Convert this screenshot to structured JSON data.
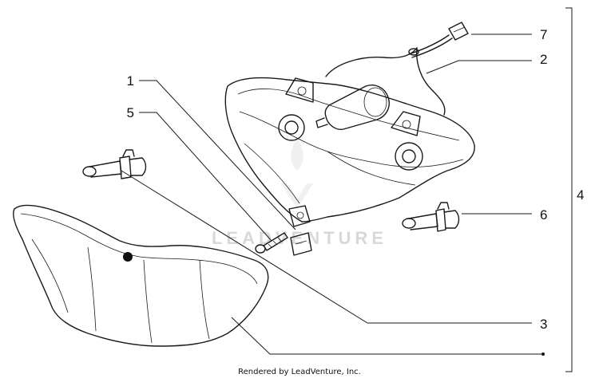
{
  "callouts": [
    {
      "number": "1"
    },
    {
      "number": "2"
    },
    {
      "number": "3"
    },
    {
      "number": "4"
    },
    {
      "number": "5"
    },
    {
      "number": "6"
    },
    {
      "number": "7"
    }
  ],
  "watermark_text": "LEADVENTURE",
  "credit_text": "Rendered by LeadVenture, Inc."
}
